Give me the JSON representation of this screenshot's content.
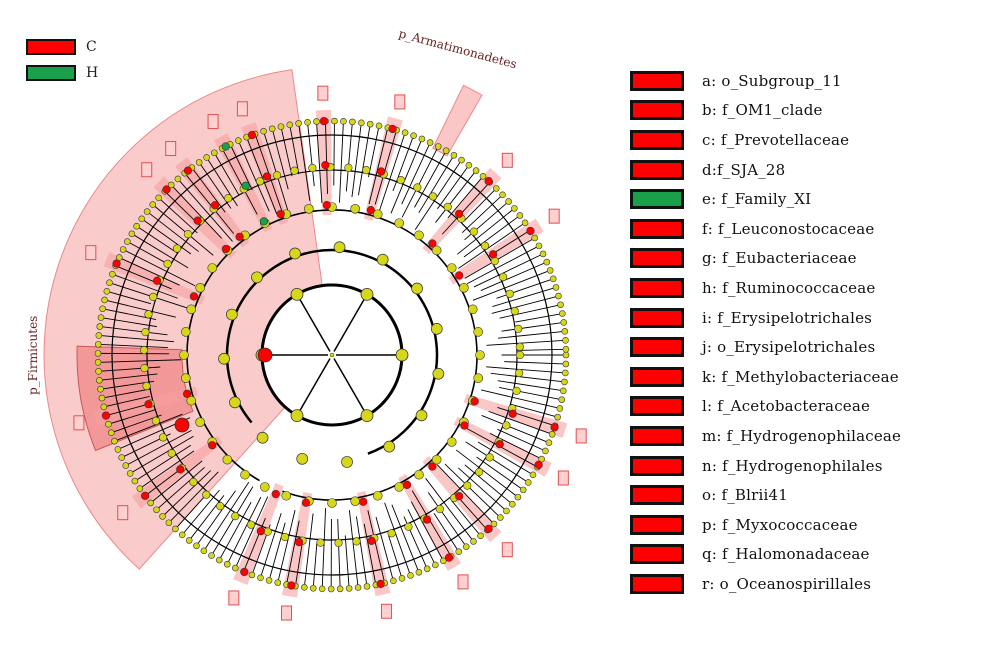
{
  "colors": {
    "C": "#ff0000",
    "H": "#1aa04a",
    "node": "#d6d61a",
    "shade": "#f6a0a0"
  },
  "legend": [
    {
      "label": "C",
      "color": "#ff0000"
    },
    {
      "label": "H",
      "color": "#1aa04a"
    }
  ],
  "phyla": [
    {
      "label": "p_Armatimonadetes"
    },
    {
      "label": "p_Firmicutes"
    }
  ],
  "keys": [
    {
      "text": "a: o_Subgroup_11",
      "letter": "a",
      "color": "#ff0000"
    },
    {
      "text": "b: f_OM1_clade",
      "letter": "b",
      "color": "#ff0000"
    },
    {
      "text": "c: f_Prevotellaceae",
      "letter": "c",
      "color": "#ff0000"
    },
    {
      "text": "d:f_SJA_28",
      "letter": "d",
      "color": "#ff0000"
    },
    {
      "text": "e: f_Family_XI",
      "letter": "e",
      "color": "#1aa04a"
    },
    {
      "text": "f: f_Leuconostocaceae",
      "letter": "f",
      "color": "#ff0000"
    },
    {
      "text": "g: f_Eubacteriaceae",
      "letter": "g",
      "color": "#ff0000"
    },
    {
      "text": "h: f_Ruminococcaceae",
      "letter": "h",
      "color": "#ff0000"
    },
    {
      "text": "i: f_Erysipelotrichales",
      "letter": "i",
      "color": "#ff0000"
    },
    {
      "text": "j: o_Erysipelotrichales",
      "letter": "j",
      "color": "#ff0000"
    },
    {
      "text": "k: f_Methylobacteriaceae",
      "letter": "k",
      "color": "#ff0000"
    },
    {
      "text": "l: f_Acetobacteraceae",
      "letter": "l",
      "color": "#ff0000"
    },
    {
      "text": "m: f_Hydrogenophilaceae",
      "letter": "m",
      "color": "#ff0000"
    },
    {
      "text": "n: f_Hydrogenophilales",
      "letter": "n",
      "color": "#ff0000"
    },
    {
      "text": "o: f_Blrii41",
      "letter": "o",
      "color": "#ff0000"
    },
    {
      "text": "p: f_Myxococcaceae",
      "letter": "p",
      "color": "#ff0000"
    },
    {
      "text": "q: f_Halomonadaceae",
      "letter": "q",
      "color": "#ff0000"
    },
    {
      "text": "r: o_Oceanospirillales",
      "letter": "r",
      "color": "#ff0000"
    }
  ]
}
